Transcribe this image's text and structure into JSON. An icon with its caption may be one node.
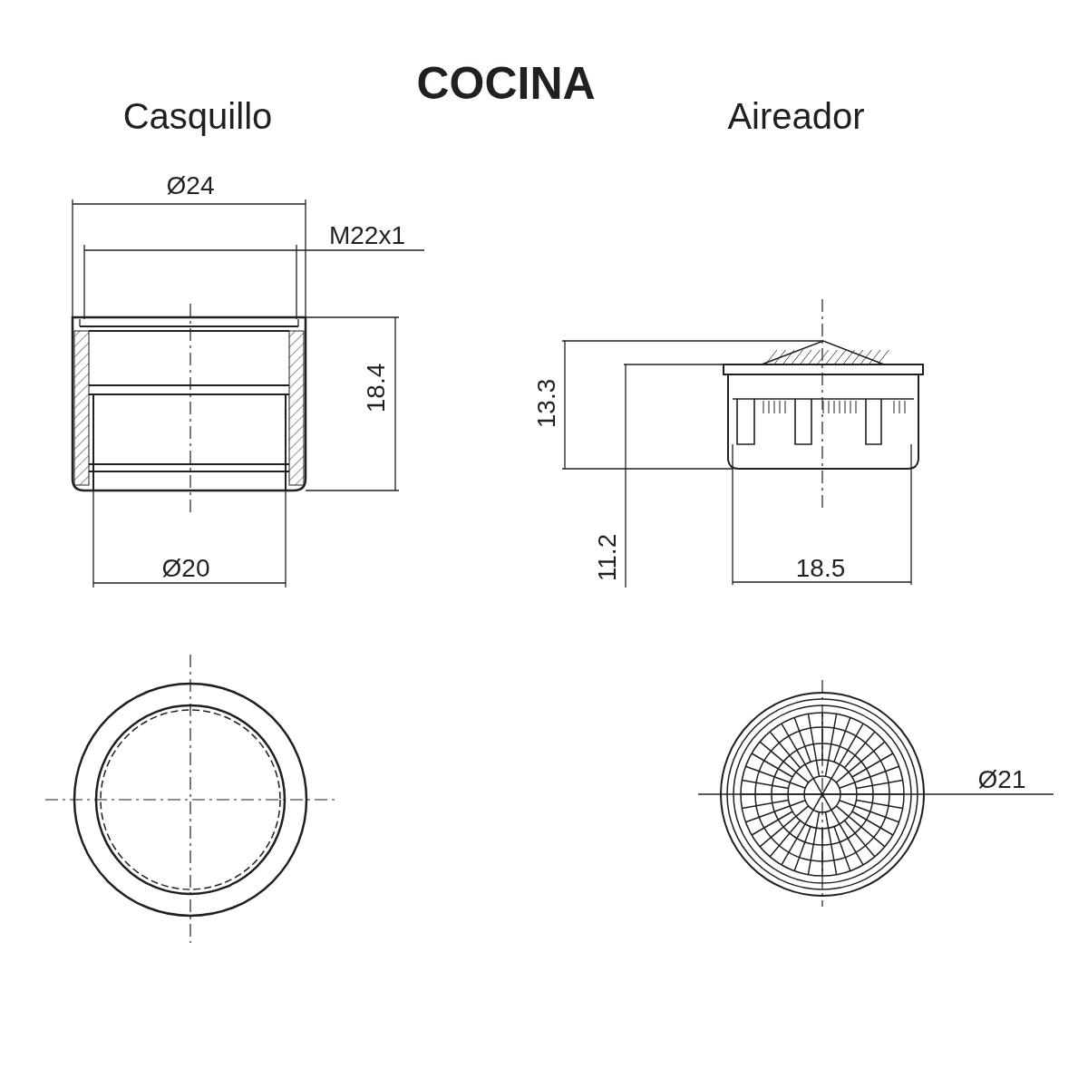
{
  "diagram": {
    "title": "COCINA",
    "labels": [
      "Casquillo",
      "Aireador",
      "Ø24",
      "M22x1",
      "18.4",
      "13.3",
      "Ø20",
      "11.2",
      "18.5",
      "Ø21"
    ]
  }
}
